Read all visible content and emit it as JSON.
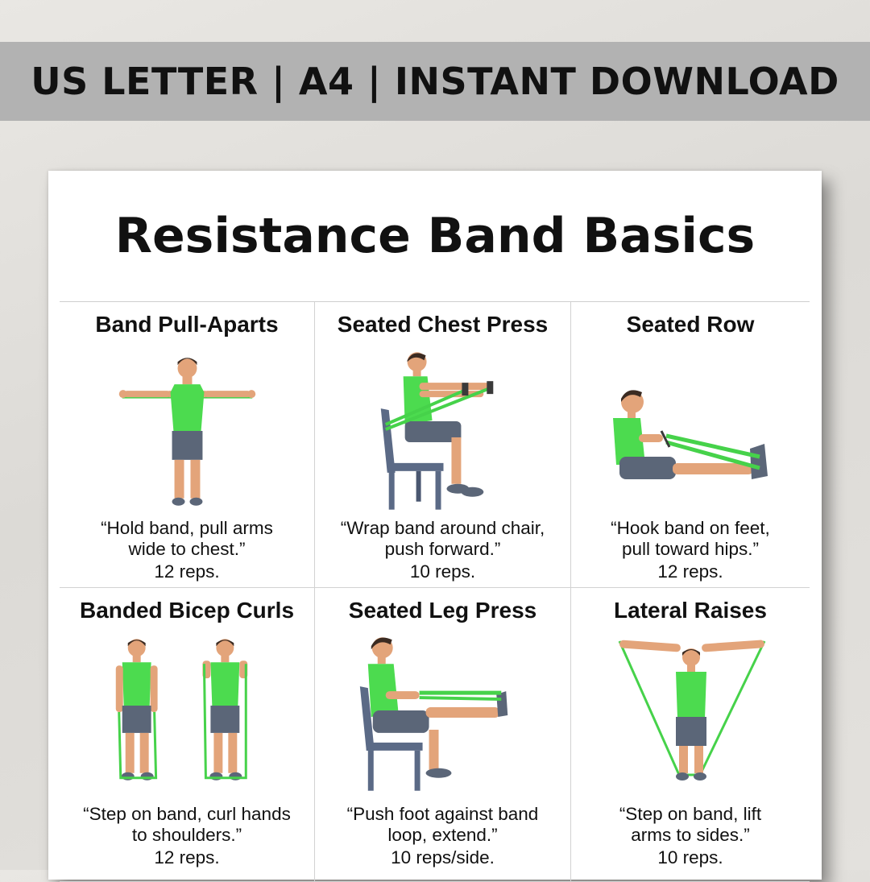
{
  "banner": {
    "text": "US LETTER | A4 | INSTANT DOWNLOAD"
  },
  "poster": {
    "title": "Resistance Band Basics",
    "exercises": [
      {
        "title": "Band Pull-Aparts",
        "instruction_line1": "“Hold band, pull arms",
        "instruction_line2": "wide to chest.”",
        "reps": "12 reps.",
        "icon": "standing-figure-arms-out-band-icon"
      },
      {
        "title": "Seated Chest Press",
        "instruction_line1": "“Wrap band around chair,",
        "instruction_line2": "push forward.”",
        "reps": "10 reps.",
        "icon": "seated-chair-press-figure-icon"
      },
      {
        "title": "Seated Row",
        "instruction_line1": "“Hook band on feet,",
        "instruction_line2": "pull toward hips.”",
        "reps": "12 reps.",
        "icon": "floor-seated-row-figure-icon"
      },
      {
        "title": "Banded Bicep Curls",
        "instruction_line1": "“Step on band, curl hands",
        "instruction_line2": "to shoulders.”",
        "reps": "12 reps.",
        "icon": "standing-bicep-curl-figures-icon"
      },
      {
        "title": "Seated Leg Press",
        "instruction_line1": "“Push foot against band",
        "instruction_line2": "loop, extend.”",
        "reps": "10 reps/side.",
        "icon": "seated-leg-press-figure-icon"
      },
      {
        "title": "Lateral Raises",
        "instruction_line1": "“Step on band, lift",
        "instruction_line2": "arms to sides.”",
        "reps": "10 reps.",
        "icon": "lateral-raise-figure-icon"
      }
    ]
  },
  "colors": {
    "band_green": "#46d24a",
    "shirt_green": "#4cdb4f",
    "skin": "#e3a47a",
    "shorts": "#5b6678",
    "hair": "#3b2b22",
    "chair": "#5b6a86",
    "banner_bg": "#b2b2b2",
    "text": "#111111"
  }
}
